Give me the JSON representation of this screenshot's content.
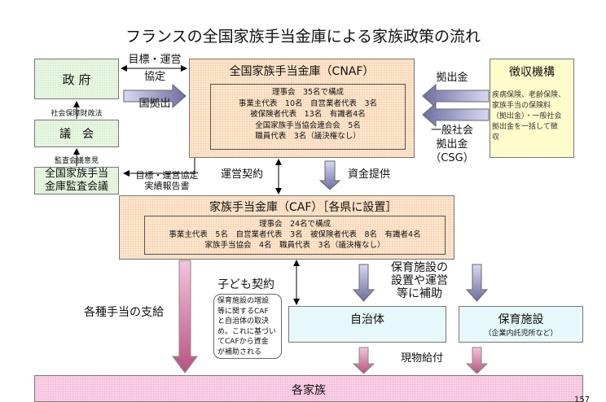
{
  "title": "フランスの全国家族手当金庫による家族政策の流れ",
  "government": {
    "label": "政 府"
  },
  "parliament": {
    "label": "議　会"
  },
  "audit_council": {
    "line1": "全国家族手当",
    "line2": "金庫監査会議"
  },
  "labels": {
    "agreement": "目標・運営",
    "agreement2": "協定",
    "state_contribution": "国拠出",
    "social_security_finance_law": "社会保障財政法",
    "audit_opinion": "監査会議意見",
    "agreement_report1": "目標・運営協定",
    "agreement_report2": "実績報告書",
    "management_contract": "運営契約",
    "funding": "資金提供",
    "contribution": "拠出金",
    "csg1": "一般社会",
    "csg2": "拠出金",
    "csg3": "（CSG）",
    "allowances": "各種手当の支給",
    "child_contract": "子ども契約",
    "child_contract_note": [
      "保育施設の増設",
      "等に関するCAF",
      "と自治体の取決",
      "め。これに基づい",
      "てCAFから資金",
      "が補助される"
    ],
    "facility_support": [
      "保育施設の",
      "設置や運営",
      "等に補助"
    ],
    "in_kind": "現物給付"
  },
  "cnaf": {
    "title": "全国家族手当金庫（CNAF）",
    "lines": [
      "理事会　35名で構成",
      "事業主代表　10名　自営業者代表　3名",
      "被保険者代表　13名　有識者4名",
      "全国家族手当協会連合会　5名",
      "職員代表　3名（議決権なし）"
    ]
  },
  "collection": {
    "title": "徴収機構",
    "note": [
      "疾病保険、老齢保険、",
      "家族手当の保険料",
      "（拠出金）・一般社会",
      "拠出金を一括して徴",
      "収"
    ]
  },
  "caf": {
    "title": "家族手当金庫（CAF）［各県に設置］",
    "lines": [
      "理事会　24名で構成",
      "事業主代表　5名　自営業者代表　3名　被保険者代表　8名　有識者4名",
      "家族手当協会　4名　職員代表　3名（議決権なし）"
    ]
  },
  "municipality": {
    "label": "自治体"
  },
  "childcare": {
    "label": "保育施設",
    "sub": "（企業内託児所など）"
  },
  "families": {
    "label": "各家族"
  },
  "page_number": "157",
  "colors": {
    "green": "#eaf7e4",
    "peach": "#fde6cf",
    "yellow": "#fffccc",
    "cyan": "#e6f8fa",
    "pink": "#fbd0e6",
    "arrow_blue": "#8e8fbf",
    "arrow_pink": "#c46a96"
  }
}
